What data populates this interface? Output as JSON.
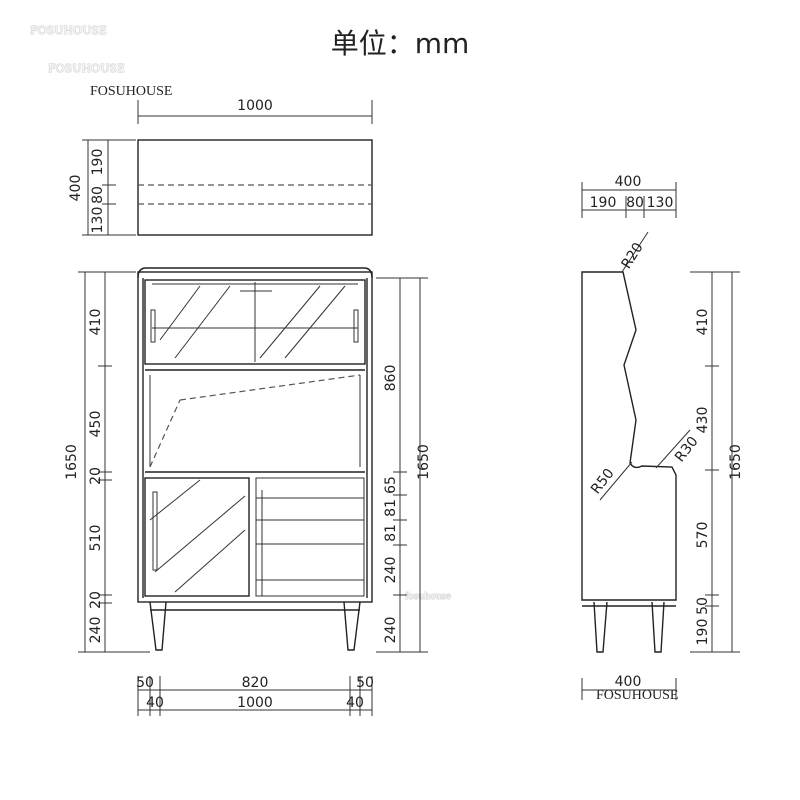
{
  "title": "单位：mm",
  "watermarks": [
    "FOSUHOUSE",
    "FOSUHOUSE",
    "fosuhouse"
  ],
  "brand_top": "FOSUHOUSE",
  "brand_bottom": "FOSUHOUSE",
  "top_view": {
    "width": "1000",
    "depth": "400",
    "segments": [
      "190",
      "80",
      "130"
    ]
  },
  "front_view": {
    "left_height": "1650",
    "left_segments": [
      "410",
      "450",
      "20",
      "510",
      "20",
      "240"
    ],
    "right_height": "1650",
    "right_segments": [
      "860",
      "65",
      "81",
      "81",
      "240",
      "240"
    ],
    "bottom_inner": [
      "50",
      "820",
      "50"
    ],
    "bottom_outer": [
      "40",
      "1000",
      "40"
    ]
  },
  "side_view": {
    "depth": "400",
    "depth_segments": [
      "190",
      "80",
      "130"
    ],
    "radii": [
      "R20",
      "R30",
      "R50"
    ],
    "left_segments": [
      "410",
      "430",
      "570",
      "50",
      "190"
    ],
    "right_height": "1650",
    "bottom_depth": "400"
  }
}
